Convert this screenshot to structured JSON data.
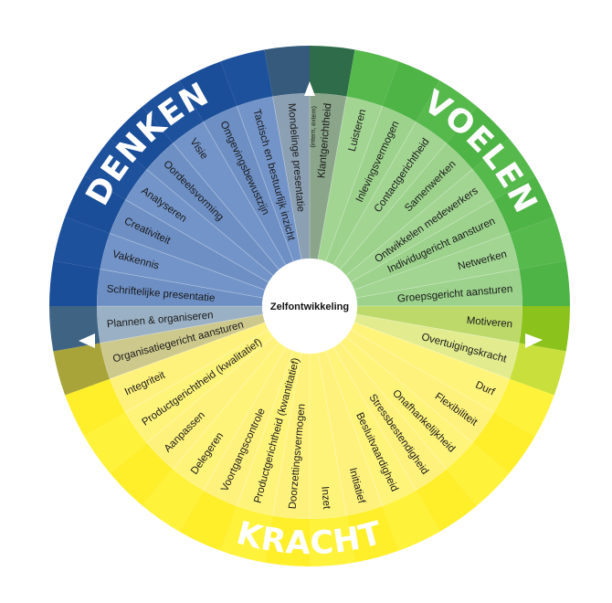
{
  "center_label": "Zelfontwikkeling",
  "sections": [
    {
      "title": "DENKEN",
      "color": "#1a4e98"
    },
    {
      "title": "VOELEN",
      "color": "#4bb049"
    },
    {
      "title": "KRACHT",
      "color": "#ffe816"
    }
  ],
  "competencies": [
    {
      "label": "Klantgerichtheid",
      "sub": "(intern, extern)",
      "color": "#8aa58a",
      "outer": "#2f6c4a"
    },
    {
      "label": "Luisteren",
      "color": "#a2d592",
      "outer": "#56b94c"
    },
    {
      "label": "Inlevingsvermogen",
      "color": "#9cd28c",
      "outer": "#4fb446"
    },
    {
      "label": "Contactgerichtheid",
      "color": "#a2d592",
      "outer": "#56b94c"
    },
    {
      "label": "Samenwerken",
      "color": "#9cd28c",
      "outer": "#4fb446"
    },
    {
      "label": "Ontwikkelen medewerkers",
      "color": "#a2d592",
      "outer": "#56b94c"
    },
    {
      "label": "Individugericht aansturen",
      "color": "#9cd28c",
      "outer": "#4fb446"
    },
    {
      "label": "Netwerken",
      "color": "#a2d592",
      "outer": "#56b94c"
    },
    {
      "label": "Groepsgericht aansturen",
      "color": "#9cd28c",
      "outer": "#4fb446"
    },
    {
      "label": "Motiveren",
      "color": "#bcd96a",
      "outer": "#8cc21c"
    },
    {
      "label": "Overtuigingskracht",
      "color": "#e2ec8e",
      "outer": "#c8df3c"
    },
    {
      "label": "Durf",
      "color": "#fff47a",
      "outer": "#fff23a"
    },
    {
      "label": "Flexibiliteit",
      "color": "#fff27c",
      "outer": "#ffee2a"
    },
    {
      "label": "Onafhankelijkheid",
      "color": "#fff47a",
      "outer": "#fff23a"
    },
    {
      "label": "Stressbestendigheid",
      "color": "#fff27c",
      "outer": "#ffee2a"
    },
    {
      "label": "Besluitvaardigheid",
      "color": "#fff47a",
      "outer": "#fff23a"
    },
    {
      "label": "Initiatief",
      "color": "#fff27c",
      "outer": "#ffee2a"
    },
    {
      "label": "Inzet",
      "color": "#fff47a",
      "outer": "#fff23a"
    },
    {
      "label": "Doorzettingsvermogen",
      "color": "#fff27c",
      "outer": "#ffee2a"
    },
    {
      "label": "Productgerichtheid (kwantitatief)",
      "color": "#fff47a",
      "outer": "#fff23a"
    },
    {
      "label": "Voortgangscontrole",
      "color": "#fff27c",
      "outer": "#ffee2a"
    },
    {
      "label": "Delegeren",
      "color": "#fff47a",
      "outer": "#fff23a"
    },
    {
      "label": "Aanpassen",
      "color": "#fff27c",
      "outer": "#ffee2a"
    },
    {
      "label": "Productgerichtheid (kwalitatief)",
      "color": "#fff47a",
      "outer": "#fff23a"
    },
    {
      "label": "Integriteit",
      "color": "#fff27c",
      "outer": "#ffee2a"
    },
    {
      "label": "Organisatiegericht aansturen",
      "color": "#cdc88c",
      "outer": "#a8a43a"
    },
    {
      "label": "Plannen & organiseren",
      "color": "#9ab0c4",
      "outer": "#3f6483"
    },
    {
      "label": "Schriftelijke presentatie",
      "color": "#6d8fc4",
      "outer": "#1a4e98"
    },
    {
      "label": "Vakkennis",
      "color": "#7394c8",
      "outer": "#1d519c"
    },
    {
      "label": "Creativiteit",
      "color": "#6d8fc4",
      "outer": "#1a4e98"
    },
    {
      "label": "Analyseren",
      "color": "#7394c8",
      "outer": "#1d519c"
    },
    {
      "label": "Oordeelsvorming",
      "color": "#6d8fc4",
      "outer": "#1a4e98"
    },
    {
      "label": "Visie",
      "color": "#7394c8",
      "outer": "#1d519c"
    },
    {
      "label": "Omgevingsbewustzijn",
      "color": "#6d8fc4",
      "outer": "#1a4e98"
    },
    {
      "label": "Tactisch en bestuurlijk inzicht",
      "color": "#7394c8",
      "outer": "#1d519c"
    },
    {
      "label": "Mondelinge presentatie",
      "color": "#8ca0b3",
      "outer": "#355a7c"
    }
  ]
}
